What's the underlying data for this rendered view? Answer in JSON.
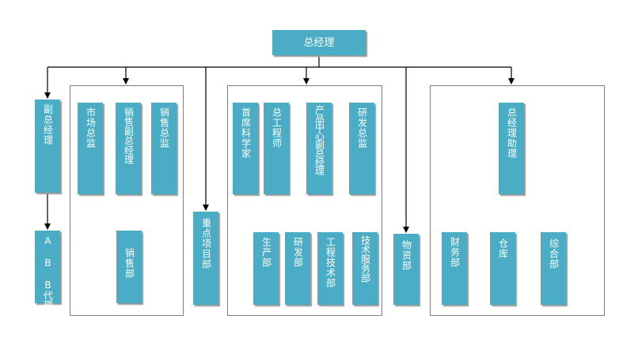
{
  "chart": {
    "root": "总经理",
    "vice_gm": "副总经理",
    "ab_agent": "A B B代理",
    "market_director": "市场总监",
    "sales_vice_gm": "销售副总经理",
    "sales_director": "销售总监",
    "sales_dept": "销售部",
    "key_project_dept": "重点项目部",
    "chief_scientist": "首席科学家",
    "chief_engineer": "总工程师",
    "product_center_vice_gm": "产品中心副总经理",
    "rd_director": "研发总监",
    "production_dept": "生产部",
    "rd_dept": "研发部",
    "engineering_dept": "工程技术部",
    "tech_service_dept": "技术服务部",
    "materials_dept": "物资部",
    "gm_assistant": "总经理助理",
    "finance_dept": "财务部",
    "warehouse": "仓库",
    "general_dept": "综合部"
  },
  "colors": {
    "node_fill": "#4aacc5",
    "node_text": "#ffffff",
    "line": "#000000",
    "group_border": "#7f7f7f"
  }
}
